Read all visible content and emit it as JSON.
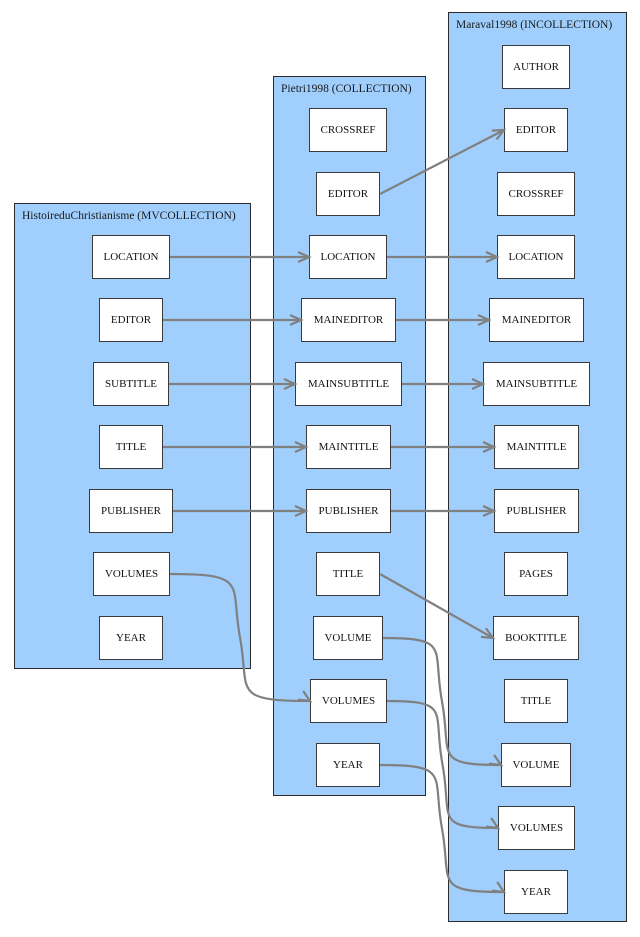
{
  "diagram": {
    "clusters": [
      {
        "id": "c1",
        "label": "HistoireduChristianisme (MVCOLLECTION)",
        "nodes": [
          {
            "id": "c1_location",
            "label": "LOCATION"
          },
          {
            "id": "c1_editor",
            "label": "EDITOR"
          },
          {
            "id": "c1_subtitle",
            "label": "SUBTITLE"
          },
          {
            "id": "c1_title",
            "label": "TITLE"
          },
          {
            "id": "c1_publisher",
            "label": "PUBLISHER"
          },
          {
            "id": "c1_volumes",
            "label": "VOLUMES"
          },
          {
            "id": "c1_year",
            "label": "YEAR"
          }
        ]
      },
      {
        "id": "c2",
        "label": "Pietri1998 (COLLECTION)",
        "nodes": [
          {
            "id": "c2_crossref",
            "label": "CROSSREF"
          },
          {
            "id": "c2_editor",
            "label": "EDITOR"
          },
          {
            "id": "c2_location",
            "label": "LOCATION"
          },
          {
            "id": "c2_maineditor",
            "label": "MAINEDITOR"
          },
          {
            "id": "c2_mainsubtitle",
            "label": "MAINSUBTITLE"
          },
          {
            "id": "c2_maintitle",
            "label": "MAINTITLE"
          },
          {
            "id": "c2_publisher",
            "label": "PUBLISHER"
          },
          {
            "id": "c2_title",
            "label": "TITLE"
          },
          {
            "id": "c2_volume",
            "label": "VOLUME"
          },
          {
            "id": "c2_volumes",
            "label": "VOLUMES"
          },
          {
            "id": "c2_year",
            "label": "YEAR"
          }
        ]
      },
      {
        "id": "c3",
        "label": "Maraval1998 (INCOLLECTION)",
        "nodes": [
          {
            "id": "c3_author",
            "label": "AUTHOR"
          },
          {
            "id": "c3_editor",
            "label": "EDITOR"
          },
          {
            "id": "c3_crossref",
            "label": "CROSSREF"
          },
          {
            "id": "c3_location",
            "label": "LOCATION"
          },
          {
            "id": "c3_maineditor",
            "label": "MAINEDITOR"
          },
          {
            "id": "c3_mainsubtitle",
            "label": "MAINSUBTITLE"
          },
          {
            "id": "c3_maintitle",
            "label": "MAINTITLE"
          },
          {
            "id": "c3_publisher",
            "label": "PUBLISHER"
          },
          {
            "id": "c3_pages",
            "label": "PAGES"
          },
          {
            "id": "c3_booktitle",
            "label": "BOOKTITLE"
          },
          {
            "id": "c3_title",
            "label": "TITLE"
          },
          {
            "id": "c3_volume",
            "label": "VOLUME"
          },
          {
            "id": "c3_volumes",
            "label": "VOLUMES"
          },
          {
            "id": "c3_year",
            "label": "YEAR"
          }
        ]
      }
    ],
    "edges": [
      {
        "from": "c1_location",
        "to": "c2_location"
      },
      {
        "from": "c1_editor",
        "to": "c2_maineditor"
      },
      {
        "from": "c1_subtitle",
        "to": "c2_mainsubtitle"
      },
      {
        "from": "c1_title",
        "to": "c2_maintitle"
      },
      {
        "from": "c1_publisher",
        "to": "c2_publisher"
      },
      {
        "from": "c1_volumes",
        "to": "c2_volumes"
      },
      {
        "from": "c2_editor",
        "to": "c3_editor"
      },
      {
        "from": "c2_location",
        "to": "c3_location"
      },
      {
        "from": "c2_maineditor",
        "to": "c3_maineditor"
      },
      {
        "from": "c2_mainsubtitle",
        "to": "c3_mainsubtitle"
      },
      {
        "from": "c2_maintitle",
        "to": "c3_maintitle"
      },
      {
        "from": "c2_publisher",
        "to": "c3_publisher"
      },
      {
        "from": "c2_title",
        "to": "c3_booktitle"
      },
      {
        "from": "c2_volume",
        "to": "c3_volume"
      },
      {
        "from": "c2_volumes",
        "to": "c3_volumes"
      },
      {
        "from": "c2_year",
        "to": "c3_year"
      }
    ],
    "colors": {
      "cluster_fill": "#a0cffe",
      "edge": "#808080"
    }
  }
}
